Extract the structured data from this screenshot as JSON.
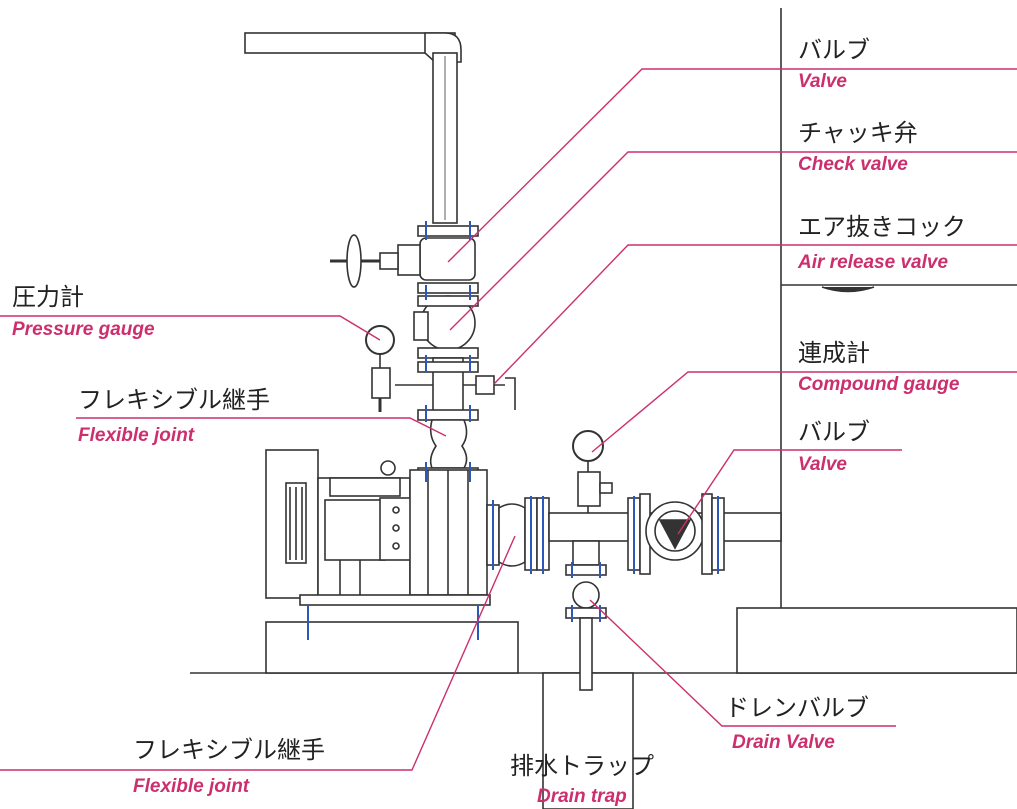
{
  "colors": {
    "accent": "#cc2f6e",
    "line": "#333333",
    "flange": "#2d57b8",
    "text": "#222222"
  },
  "labels": {
    "valve_top": {
      "jp": "バルブ",
      "en": "Valve"
    },
    "check_valve": {
      "jp": "チャッキ弁",
      "en": "Check valve"
    },
    "air_release": {
      "jp": "エア抜きコック",
      "en": "Air release valve"
    },
    "pressure_gauge": {
      "jp": "圧力計",
      "en": "Pressure gauge"
    },
    "compound_gauge": {
      "jp": "連成計",
      "en": "Compound gauge"
    },
    "flexible_joint_upper": {
      "jp": "フレキシブル継手",
      "en": "Flexible joint"
    },
    "valve_side": {
      "jp": "バルブ",
      "en": "Valve"
    },
    "drain_valve": {
      "jp": "ドレンバルブ",
      "en": "Drain Valve"
    },
    "flexible_joint_lower": {
      "jp": "フレキシブル継手",
      "en": "Flexible joint"
    },
    "drain_trap": {
      "jp": "排水トラップ",
      "en": "Drain trap"
    }
  }
}
